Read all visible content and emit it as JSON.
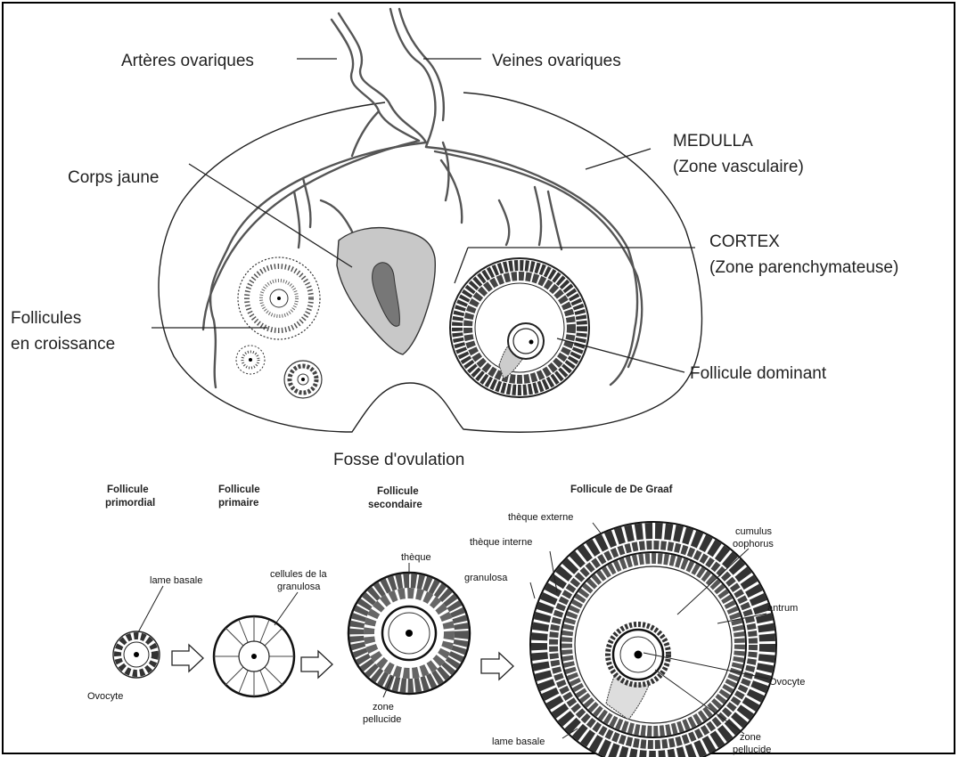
{
  "top": {
    "arteres": "Artères ovariques",
    "veines": "Veines ovariques",
    "medulla": "MEDULLA",
    "medulla_sub": "(Zone vasculaire)",
    "corps_jaune": "Corps jaune",
    "cortex": "CORTEX",
    "cortex_sub": "(Zone parenchymateuse)",
    "follicules_1": "Follicules",
    "follicules_2": "en croissance",
    "dominant": "Follicule dominant",
    "fosse": "Fosse d'ovulation"
  },
  "bottom": {
    "stage1_a": "Follicule",
    "stage1_b": "primordial",
    "stage2_a": "Follicule",
    "stage2_b": "primaire",
    "stage3_a": "Follicule",
    "stage3_b": "secondaire",
    "stage4": "Follicule de De Graaf",
    "lame_basale": "lame basale",
    "cellules_a": "cellules de la",
    "cellules_b": "granulosa",
    "theque": "thèque",
    "theque_externe": "thèque externe",
    "theque_interne": "thèque interne",
    "granulosa": "granulosa",
    "cumulus_a": "cumulus",
    "cumulus_b": "oophorus",
    "antrum": "antrum",
    "ovocyte_left": "Ovocyte",
    "ovocyte_right": "Ovocyte",
    "zone_pell_a": "zone",
    "zone_pell_b": "pellucide",
    "zone_pell2_a": "zone",
    "zone_pell2_b": "pellucide",
    "lame_basale_2": "lame basale"
  }
}
